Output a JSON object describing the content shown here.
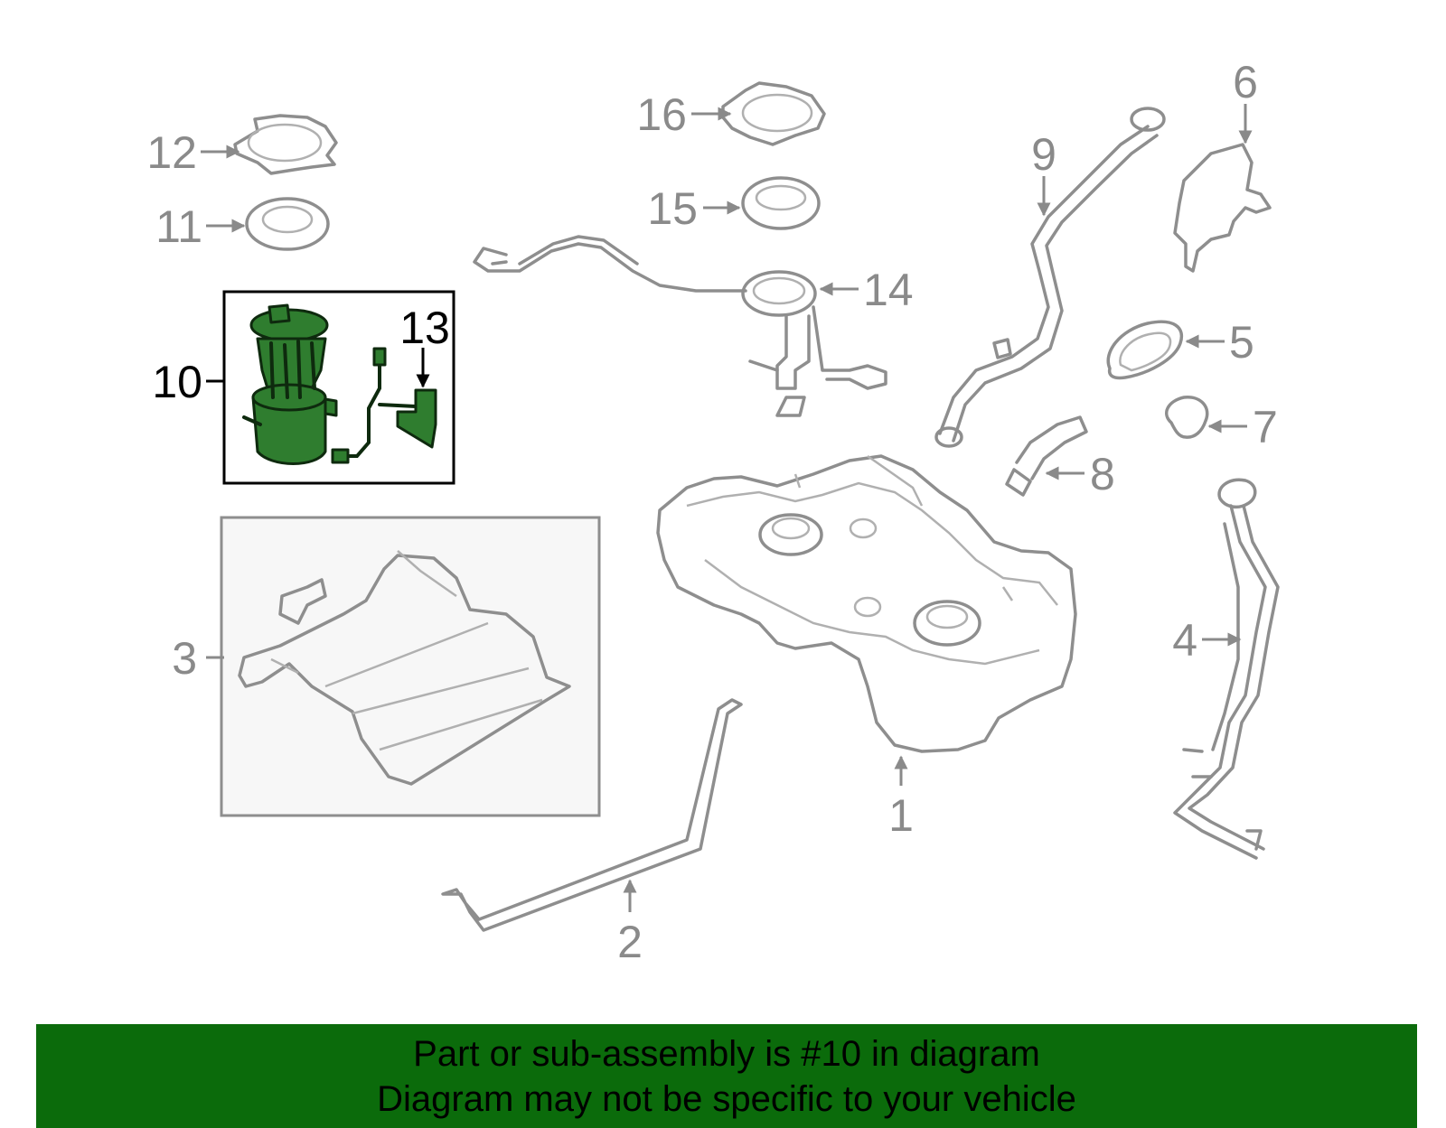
{
  "callouts": {
    "c1": "1",
    "c2": "2",
    "c3": "3",
    "c4": "4",
    "c5": "5",
    "c6": "6",
    "c7": "7",
    "c8": "8",
    "c9": "9",
    "c10": "10",
    "c11": "11",
    "c12": "12",
    "c13": "13",
    "c14": "14",
    "c15": "15",
    "c16": "16"
  },
  "highlight_part": "10",
  "colors": {
    "highlight": "#2f7d2f",
    "banner": "#0b6b0b",
    "part_outline": "#8e8e8e"
  },
  "banner": {
    "line1": "Part or sub-assembly is #10 in diagram",
    "line2": "Diagram may not be specific to your vehicle"
  }
}
